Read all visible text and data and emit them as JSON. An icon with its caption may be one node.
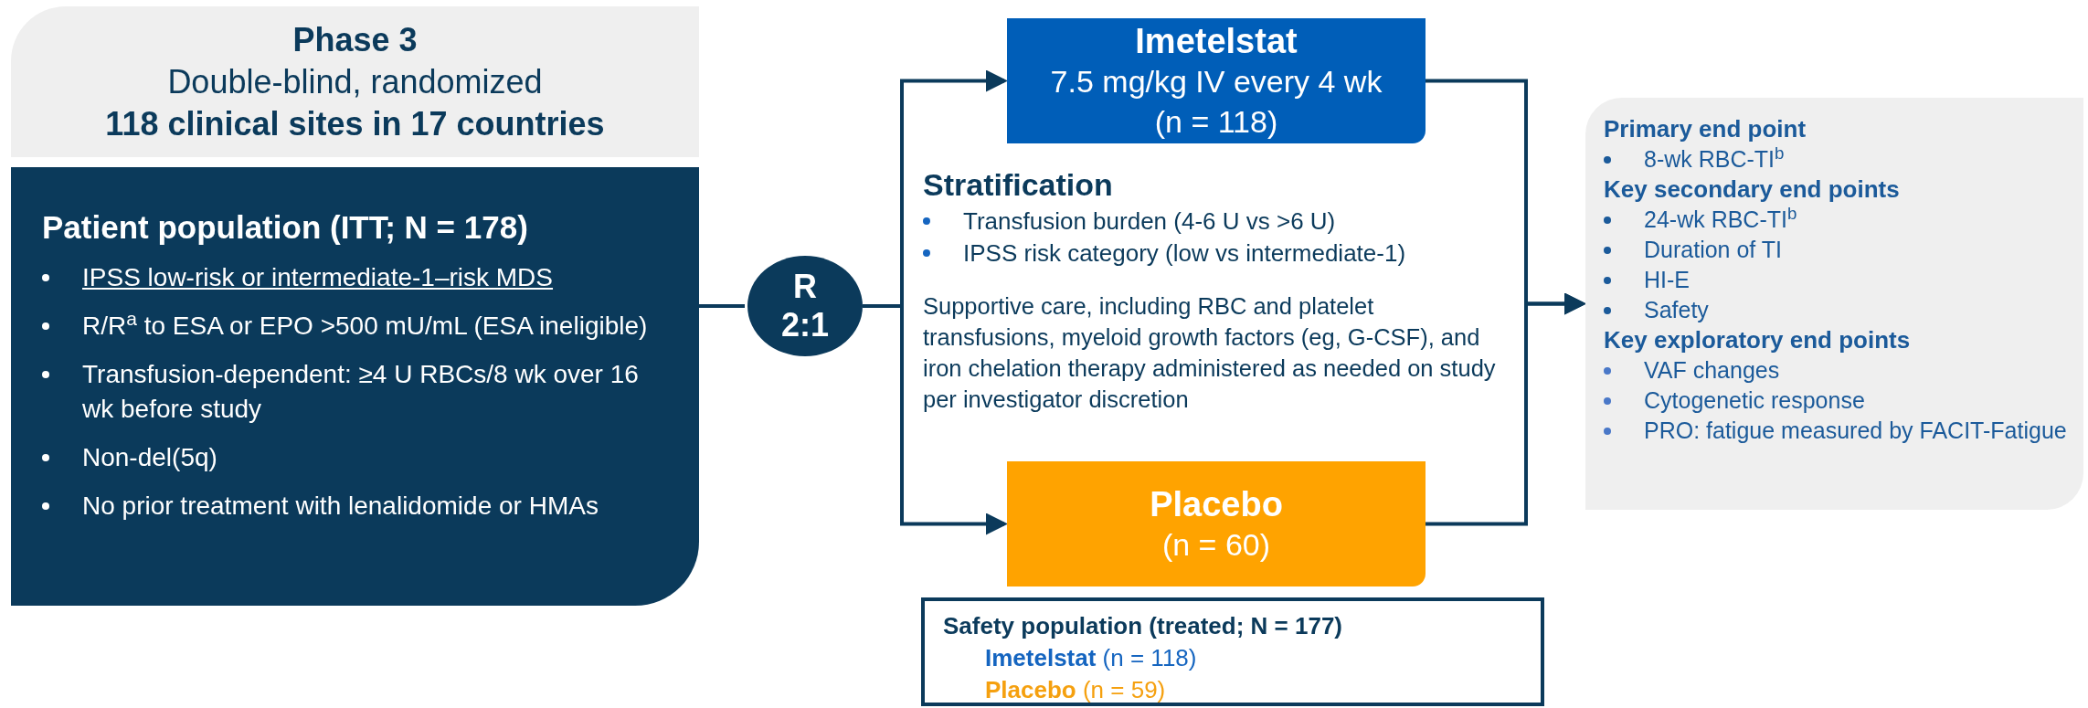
{
  "diagram": {
    "nodes": [
      {
        "text": [
          "Phase 3",
          "Double-blind, randomized",
          "118 clinical sites in 17 countries"
        ]
      },
      {
        "text": [
          "Patient population (ITT; N = 178)",
          "IPSS low-risk or intermediate-1–risk MDS",
          "R/R$^{a}$ to ESA or EPO >500 mU/mL (ESA ineligible)",
          "Transfusion-dependent: ≥4 U RBCs/8 wk over 16 wk before study",
          "Non-del(5q)",
          "No prior treatment with lenalidomide or HMAs"
        ]
      },
      {
        "text": [
          "R",
          "2:1"
        ]
      },
      {
        "text": [
          "Imetelstat",
          "7.5 mg/kg IV every 4 wk",
          "(n = 118)"
        ]
      },
      {
        "text": [
          "Placebo",
          "(n = 60)"
        ]
      },
      {
        "text": [
          "Safety population (treated; N = 177)",
          "**Imetelstat** (n = 118)",
          "**Placebo** (n = 59)"
        ]
      },
      {
        "text": [
          "Primary end point",
          "8-wk RBC-TI$^{b}$",
          "Key secondary end points",
          "24-wk RBC-TI$^{b}$",
          "Duration of TI",
          "HI-E",
          "Safety",
          "Key exploratory end points",
          "VAF changes",
          "Cytogenetic response",
          "PRO: fatigue measured by FACIT-Fatigue"
        ]
      }
    ],
    "edges": [
      {
        "from": 1,
        "to": 2,
        "arrow": "none"
      },
      {
        "from": 2,
        "to": 3,
        "arrow": "to"
      },
      {
        "from": 2,
        "to": 4,
        "arrow": "to"
      },
      {
        "from": 3,
        "to": 6,
        "arrow": "to"
      },
      {
        "from": 4,
        "to": 6,
        "arrow": "to"
      }
    ],
    "labels": [
      "Stratification",
      "Transfusion burden (4-6 U vs >6 U)",
      "IPSS risk category (low vs intermediate-1)",
      "Supportive care, including RBC and platelet transfusions, myeloid growth factors (eg, G-CSF), and iron chelation therapy administered as needed on study per investigator discretion"
    ]
  }
}
